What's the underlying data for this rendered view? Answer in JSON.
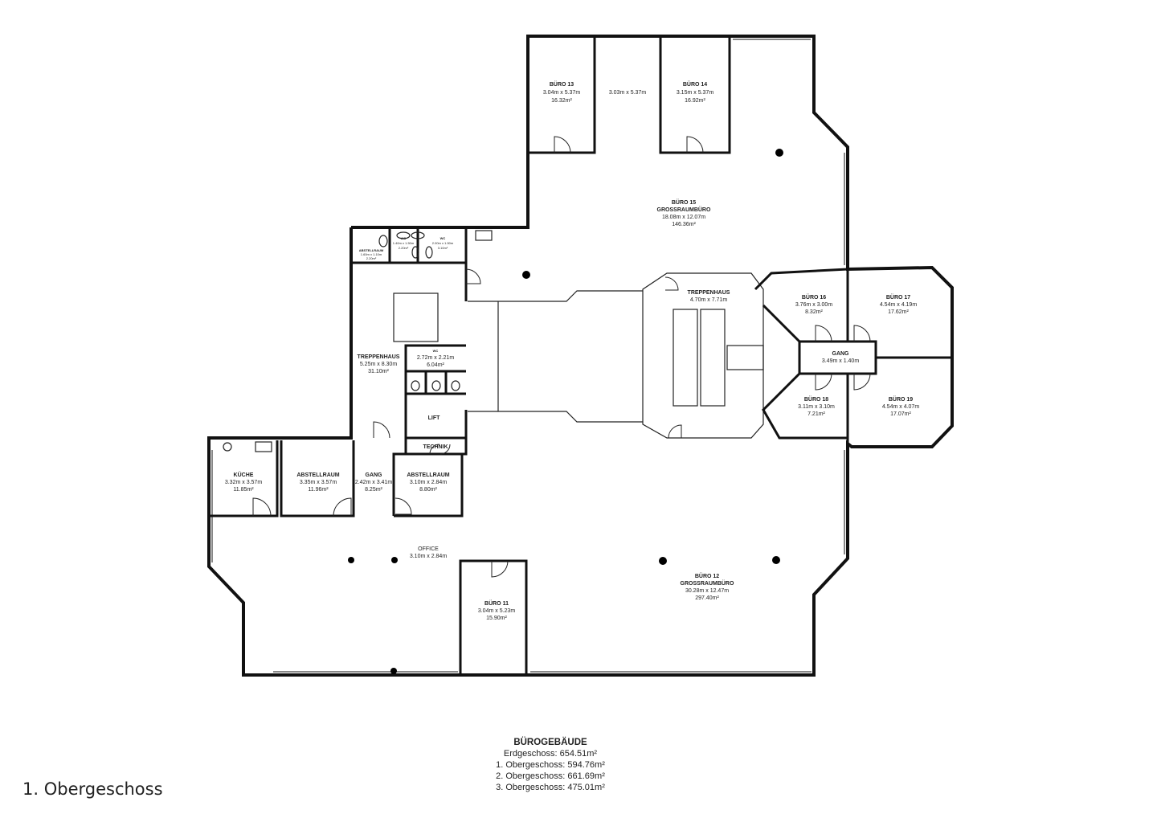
{
  "rooms": {
    "buero13": {
      "name": "BÜRO 13",
      "dims": "3.04m x 5.37m",
      "area": "16.32m²"
    },
    "mid_top": {
      "dims": "3.03m x 5.37m"
    },
    "buero14": {
      "name": "BÜRO 14",
      "dims": "3.15m x 5.37m",
      "area": "16.92m²"
    },
    "buero15": {
      "name": "BÜRO 15",
      "sub": "GROSSRAUMBÜRO",
      "dims": "18.08m x 12.07m",
      "area": "146.36m²"
    },
    "abstell_small": {
      "name": "ABSTELLRAUM",
      "dims": "1.60m x 1.10m",
      "area": "2.20m²"
    },
    "wc1": {
      "name": "WC",
      "dims": "1.40m x 1.50m",
      "area": "2.20m²"
    },
    "wc2": {
      "name": "WC",
      "dims": "2.00m x 1.50m",
      "area": "3.10m²"
    },
    "treppenhaus_left": {
      "name": "TREPPENHAUS",
      "dims": "5.25m x 8.30m",
      "area": "31.10m²"
    },
    "wc3": {
      "name": "WC",
      "dims": "2.72m x 2.21m",
      "area": "6.04m²"
    },
    "lift": {
      "name": "LIFT"
    },
    "technik": {
      "name": "TECHNIK"
    },
    "treppenhaus_center": {
      "name": "TREPPENHAUS",
      "dims": "4.70m x 7.71m"
    },
    "buero16": {
      "name": "BÜRO 16",
      "dims": "3.76m x 3.00m",
      "area": "8.32m²"
    },
    "buero17": {
      "name": "BÜRO 17",
      "dims": "4.54m x 4.19m",
      "area": "17.62m²"
    },
    "gang_right": {
      "name": "GANG",
      "dims": "3.49m x 1.40m"
    },
    "buero18": {
      "name": "BÜRO 18",
      "dims": "3.11m x 3.10m",
      "area": "7.21m²"
    },
    "buero19": {
      "name": "BÜRO 19",
      "dims": "4.54m x 4.07m",
      "area": "17.07m²"
    },
    "kueche": {
      "name": "KÜCHE",
      "dims": "3.32m x 3.57m",
      "area": "11.85m²"
    },
    "abstell1": {
      "name": "ABSTELLRAUM",
      "dims": "3.35m x 3.57m",
      "area": "11.96m²"
    },
    "gang_left": {
      "name": "GANG",
      "dims": "2.42m x 3.41m",
      "area": "8.25m²"
    },
    "abstell2": {
      "name": "ABSTELLRAUM",
      "dims": "3.10m x 2.84m",
      "area": "8.80m²"
    },
    "office": {
      "name": "OFFICE",
      "dims": "3.10m x 2.84m"
    },
    "buero11": {
      "name": "BÜRO 11",
      "dims": "3.04m x 5.23m",
      "area": "15.90m²"
    },
    "buero12": {
      "name": "BÜRO 12",
      "sub": "GROSSRAUMBÜRO",
      "dims": "30.28m x 12.47m",
      "area": "297.40m²"
    }
  },
  "summary": {
    "title": "BÜROGEBÄUDE",
    "lines": [
      "Erdgeschoss: 654.51m²",
      "1. Obergeschoss: 594.76m²",
      "2. Obergeschoss: 661.69m²",
      "3. Obergeschoss: 475.01m²"
    ]
  },
  "floor_label": "1. Obergeschoss"
}
